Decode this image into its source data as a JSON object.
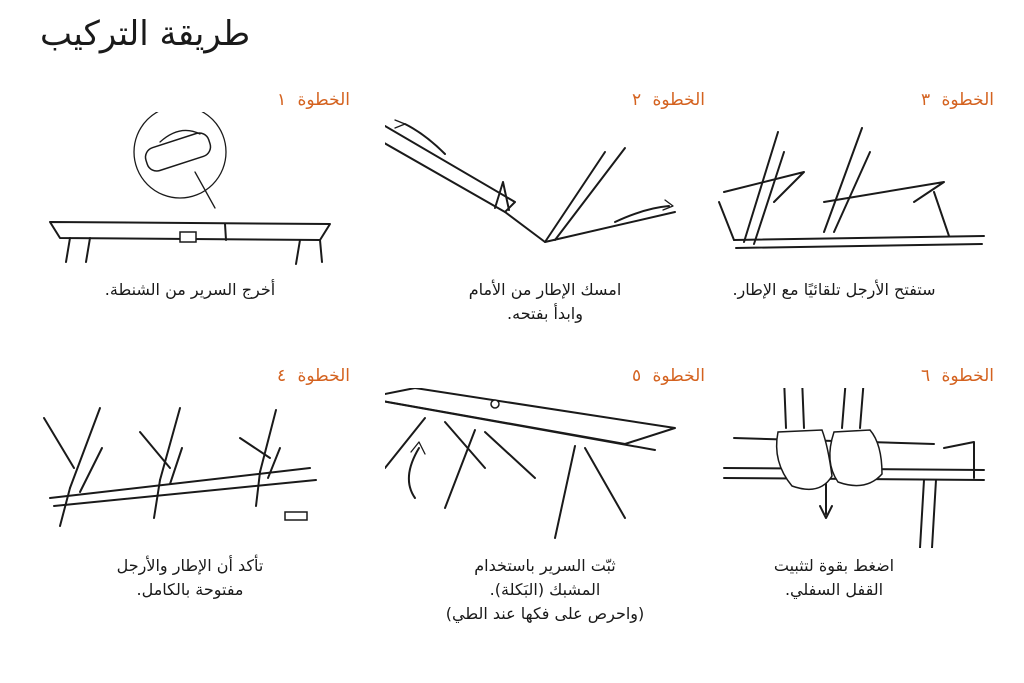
{
  "page": {
    "title": "طريقة التركيب"
  },
  "steps": [
    {
      "label": "الخطوة",
      "number": "١",
      "caption": [
        "أخرج السرير من الشنطة."
      ]
    },
    {
      "label": "الخطوة",
      "number": "٢",
      "caption": [
        "امسك الإطار من الأمام",
        "وابدأ بفتحه."
      ]
    },
    {
      "label": "الخطوة",
      "number": "٣",
      "caption": [
        "ستفتح الأرجل تلقائيًا مع الإطار."
      ]
    },
    {
      "label": "الخطوة",
      "number": "٤",
      "caption": [
        "تأكد أن الإطار والأرجل",
        "مفتوحة بالكامل."
      ]
    },
    {
      "label": "الخطوة",
      "number": "٥",
      "caption": [
        "ثبّت السرير باستخدام",
        "المشبك (البَكلة).",
        "(واحرص على فكها عند الطي)"
      ]
    },
    {
      "label": "الخطوة",
      "number": "٦",
      "caption": [
        "اضغط بقوة لتثبيت",
        "القفل السفلي."
      ]
    }
  ],
  "colors": {
    "accent": "#d4621f",
    "text": "#1a1a1a"
  },
  "icons": [
    "cot-with-bag-icon",
    "cot-unfolding-icon",
    "legs-opening-icon",
    "cot-frame-open-icon",
    "cot-buckle-icon",
    "hands-locking-icon"
  ]
}
